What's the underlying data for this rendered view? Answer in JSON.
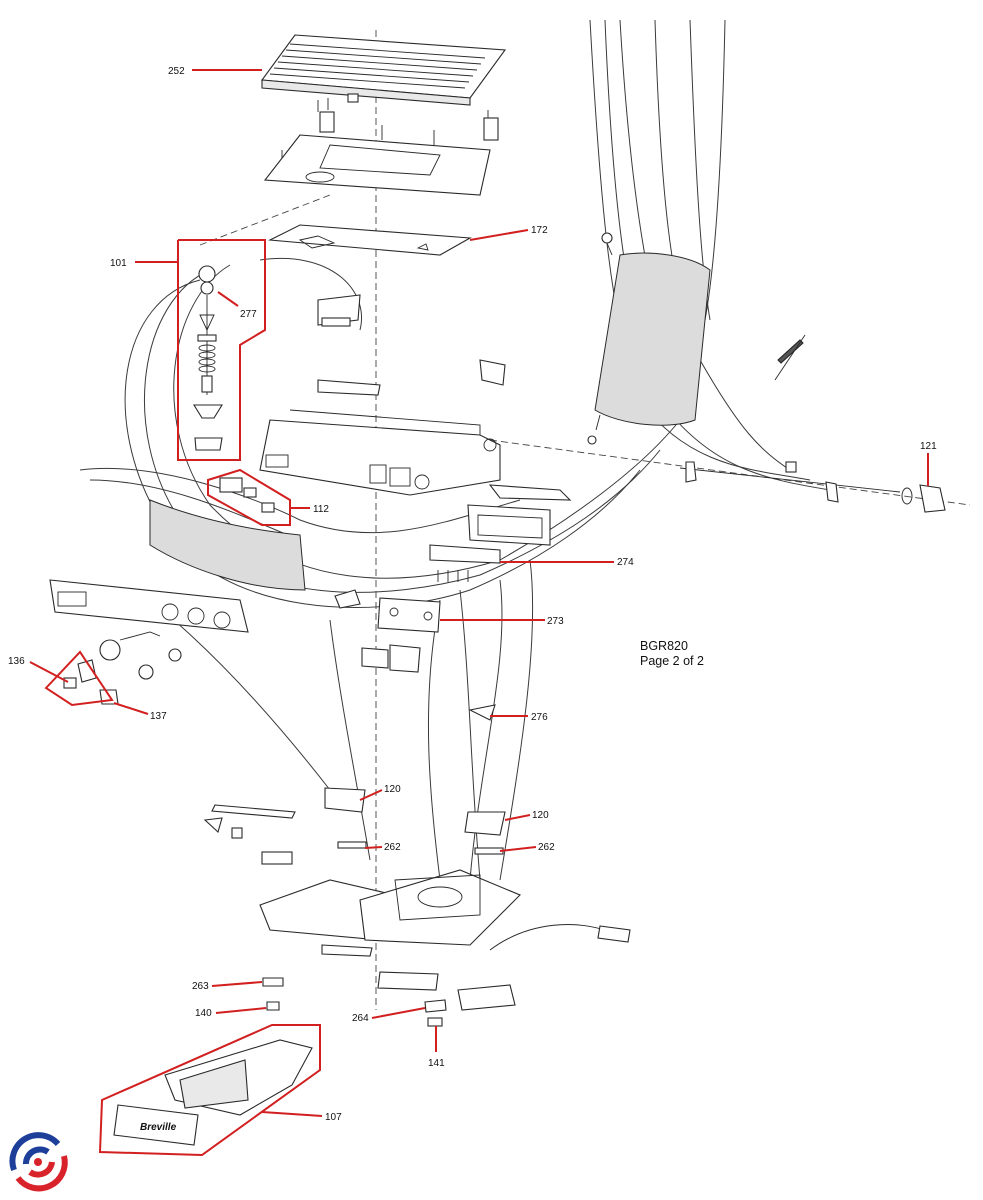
{
  "model": "BGR820",
  "page": "Page 2 of 2",
  "brand_mark": "Breville",
  "colors": {
    "callout": "#d21f1f",
    "logo_blue": "#1d3f9a",
    "logo_red": "#d8232a"
  },
  "part_labels": {
    "p252": "252",
    "p172": "172",
    "p101": "101",
    "p277": "277",
    "p112": "112",
    "p121": "121",
    "p274": "274",
    "p273": "273",
    "p136": "136",
    "p137": "137",
    "p276": "276",
    "p120a": "120",
    "p120b": "120",
    "p262a": "262",
    "p262b": "262",
    "p263": "263",
    "p140": "140",
    "p264": "264",
    "p141": "141",
    "p107": "107"
  }
}
